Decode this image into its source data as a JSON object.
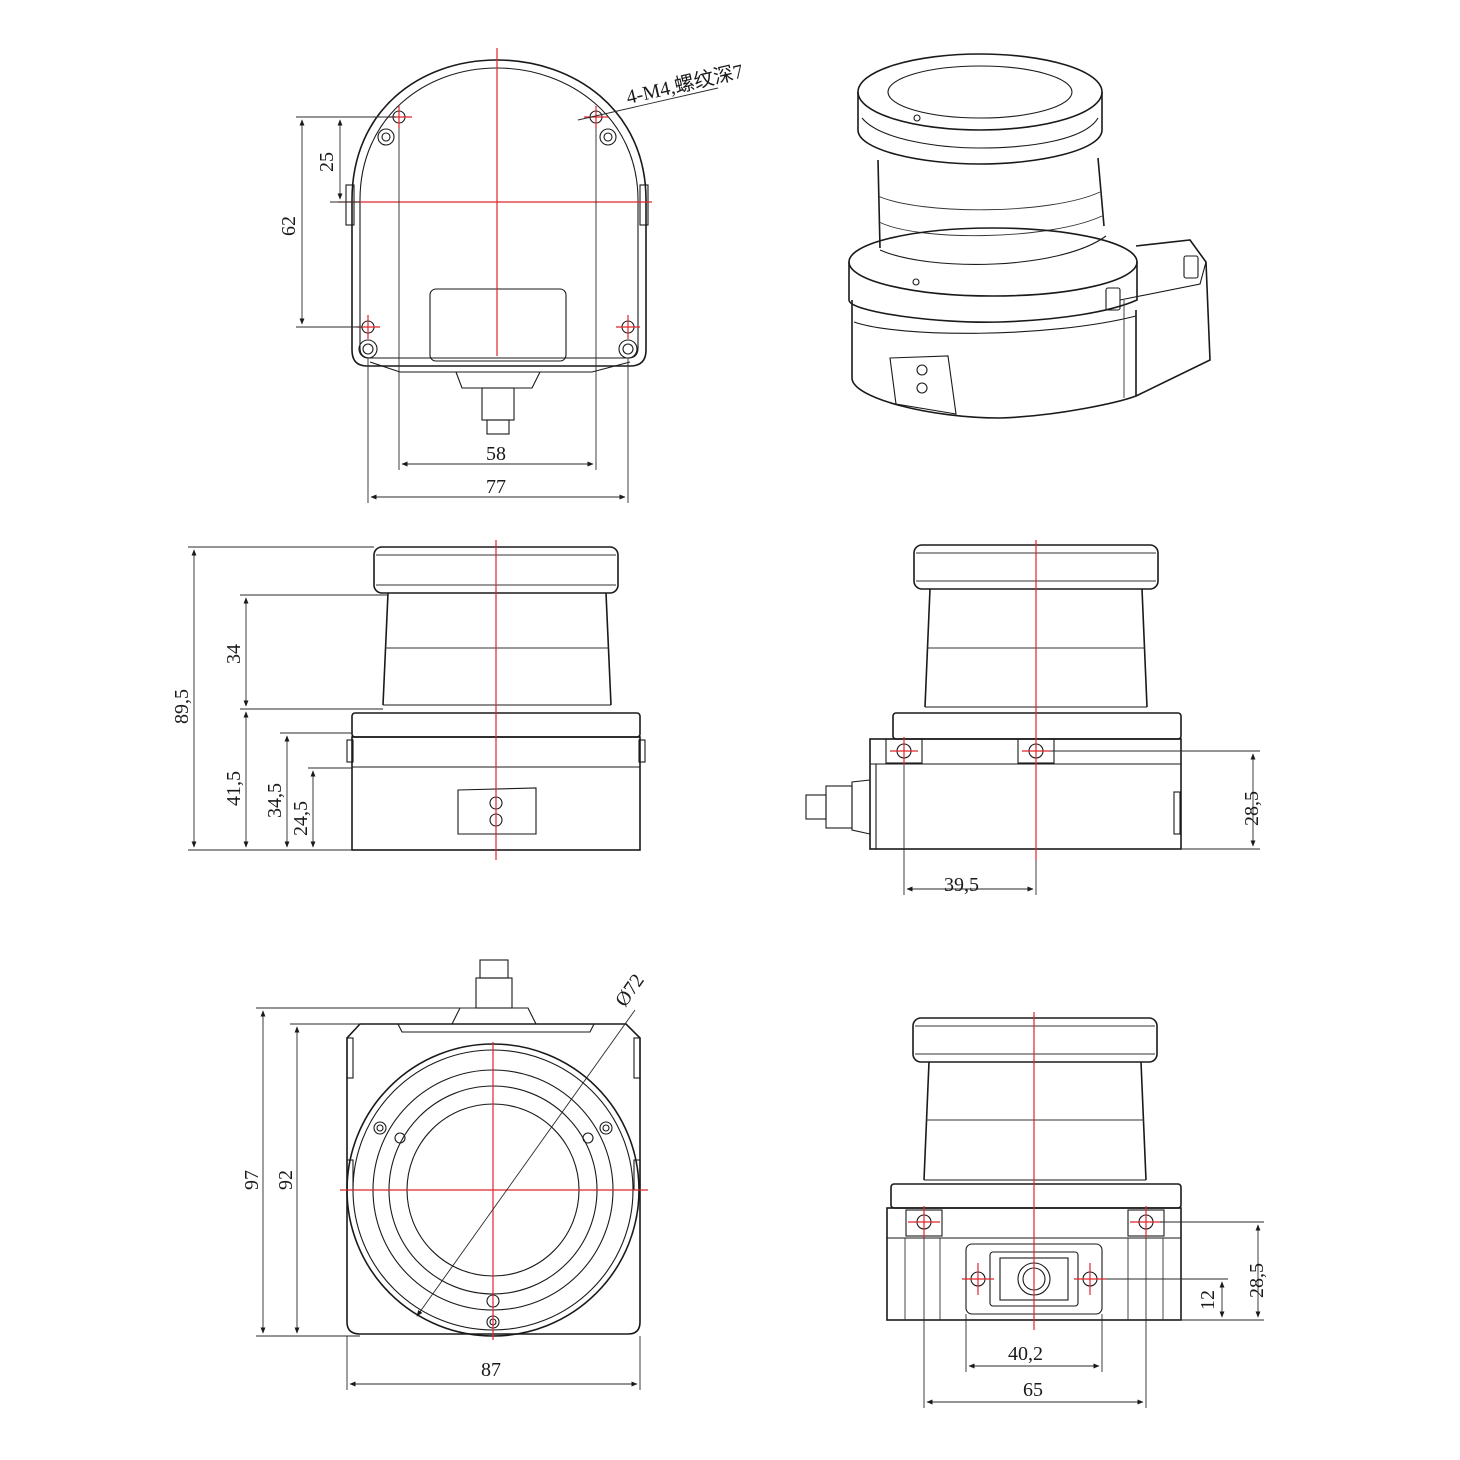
{
  "annotations": {
    "thread_note": "4-M4,螺纹深7"
  },
  "dimensions": {
    "top_view": {
      "d25": "25",
      "d62": "62",
      "d58": "58",
      "d77": "77"
    },
    "front_view": {
      "d89_5": "89,5",
      "d34": "34",
      "d41_5": "41,5",
      "d34_5": "34,5",
      "d24_5": "24,5"
    },
    "side_view": {
      "d28_5": "28,5",
      "d39_5": "39,5"
    },
    "bottom_view": {
      "d97": "97",
      "d92": "92",
      "d87": "87",
      "dphi72": "Ø72"
    },
    "back_view": {
      "d28_5": "28,5",
      "d12": "12",
      "d40_2": "40,2",
      "d65": "65"
    }
  },
  "colors": {
    "outline": "#1a1a1a",
    "centerline": "#e0262b",
    "background": "#ffffff"
  }
}
